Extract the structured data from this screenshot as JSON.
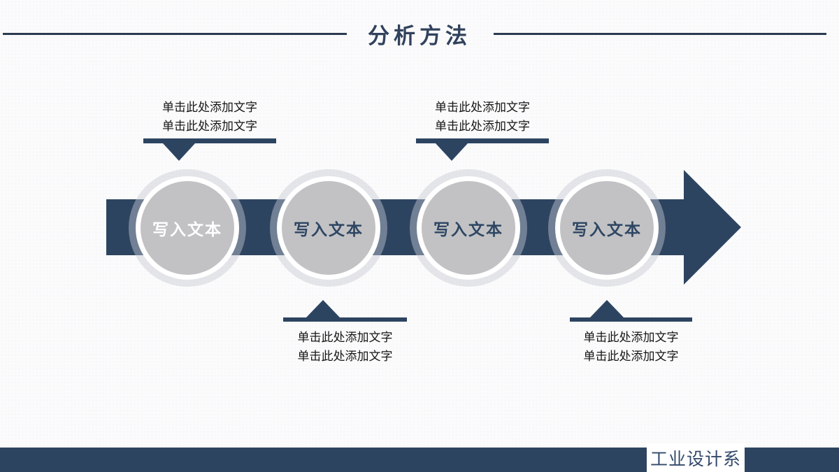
{
  "slide_title": "分析方法",
  "steps": [
    {
      "label": "写入文本",
      "text_color": "#ffffff"
    },
    {
      "label": "写入文本",
      "text_color": "#2e4663"
    },
    {
      "label": "写入文本",
      "text_color": "#2e4663"
    },
    {
      "label": "写入文本",
      "text_color": "#2e4663"
    }
  ],
  "callouts": [
    {
      "position": "top-left",
      "lines": [
        "单击此处添加文字",
        "单击此处添加文字"
      ]
    },
    {
      "position": "top-right",
      "lines": [
        "单击此处添加文字",
        "单击此处添加文字"
      ]
    },
    {
      "position": "bottom-left",
      "lines": [
        "单击此处添加文字",
        "单击此处添加文字"
      ]
    },
    {
      "position": "bottom-right",
      "lines": [
        "单击此处添加文字",
        "单击此处添加文字"
      ]
    }
  ],
  "footer": {
    "department": "工业设计系"
  },
  "colors": {
    "accent_navy": "#2d4461",
    "title_text": "#31425c",
    "circle_fill": "#c2c2c4",
    "circle_ring": "#ffffff",
    "callout_text": "#161616",
    "background": "#fbfbfc"
  }
}
